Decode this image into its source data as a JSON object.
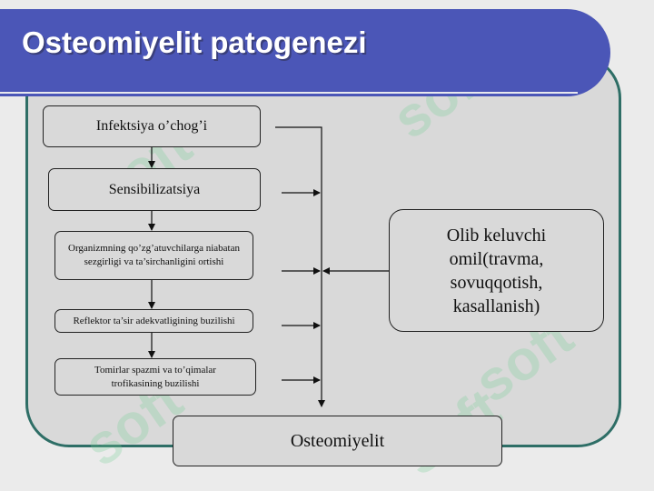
{
  "title": "Osteomiyelit patogenezi",
  "watermark": "soft",
  "boxes": {
    "infektsiya": "Infektsiya o’chog’i",
    "sensibilizatsiya": "Sensibilizatsiya",
    "organizm": "Organizmning qo’zg’atuvchilarga niabatan sezgirligi va ta’sirchanligini ortishi",
    "reflektor": "Reflektor ta’sir adekvatligining buzilishi",
    "tomirlar": "Tomirlar spazmi va to’qimalar trofikasining buzilishi",
    "olib": "Olib keluvchi omil(travma, sovuqqotish, kasallanish)",
    "osteomiyelit": "Osteomiyelit"
  },
  "colors": {
    "banner": "#4b56b7",
    "frame_border": "#2e6e66",
    "panel": "#d9d9d9",
    "watermark": "#78d296"
  }
}
